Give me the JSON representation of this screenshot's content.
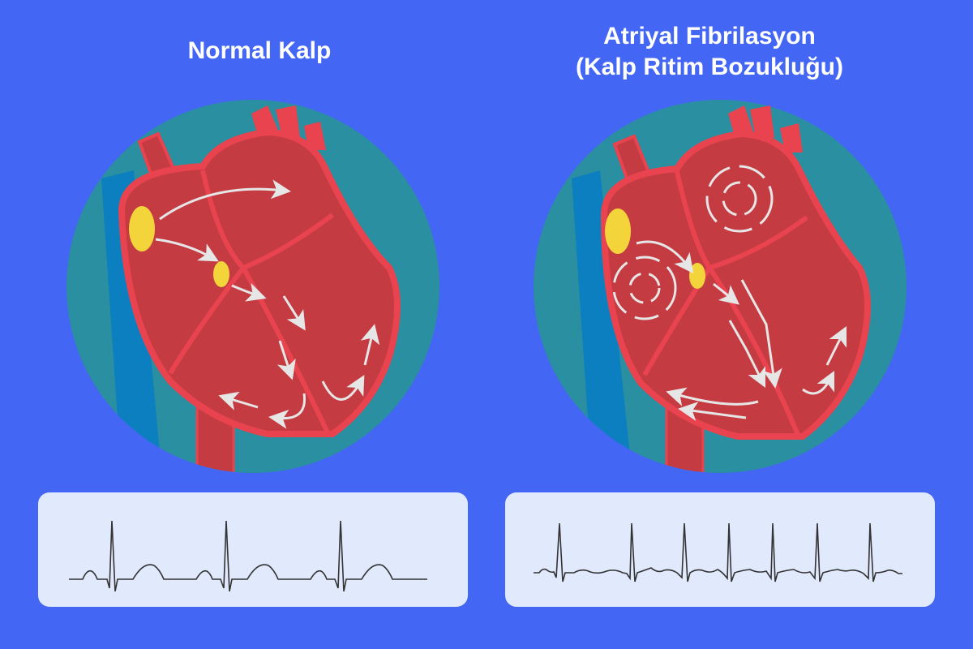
{
  "panels": [
    {
      "title": "Normal Kalp",
      "description": "Regular conduction: SA node impulse travels to AV node then down ventricles",
      "ecg": {
        "type": "normal sinus rhythm",
        "beats": 3
      }
    },
    {
      "title": "Atriyal Fibrilasyon\n(Kalp Ritim Bozukluğu)",
      "title_line1": "Atriyal Fibrilasyon",
      "title_line2": "(Kalp Ritim Bozukluğu)",
      "description": "Chaotic circular atrial impulses, irregular ventricular response",
      "ecg": {
        "type": "atrial fibrillation",
        "beats": 7
      }
    }
  ],
  "colors": {
    "background": "#4466f5",
    "circle": "#2a8fa0",
    "vein": "#0b7fc0",
    "heart_outline": "#e8434e",
    "heart_fill": "#c43c42",
    "node": "#f3d43a",
    "arrow": "#e6e6e6",
    "ecg_panel": "#e1e9fc",
    "ecg_line": "#333333"
  }
}
